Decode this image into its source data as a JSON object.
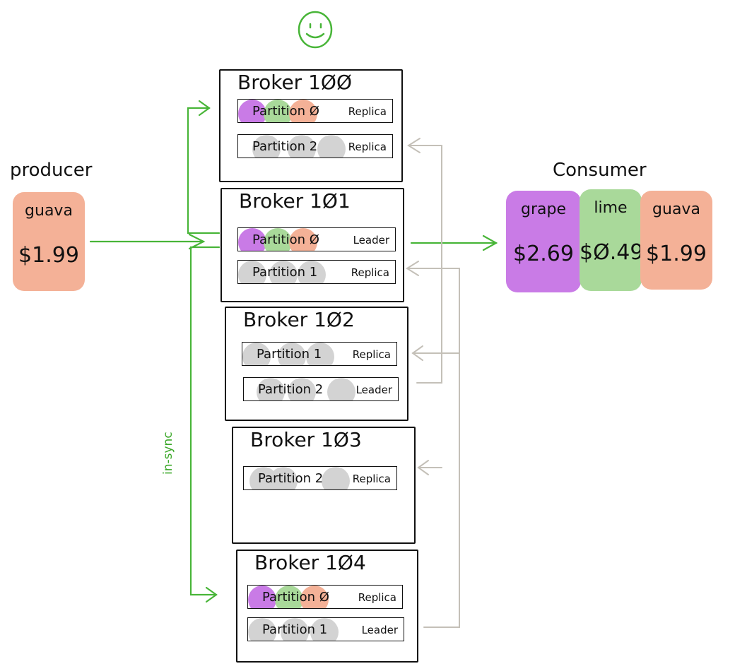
{
  "colors": {
    "grape": "#c97be6",
    "lime": "#a9d99a",
    "guava": "#f4b197",
    "grey": "#d3d3d3",
    "green": "#48b538",
    "arrow_grey": "#c4c0b8"
  },
  "icons": {
    "smiley": "smiley-icon"
  },
  "producer": {
    "title": "producer",
    "message": {
      "name": "guava",
      "price": "$1.99",
      "color": "guava"
    }
  },
  "consumer": {
    "title": "Consumer",
    "messages": [
      {
        "name": "grape",
        "price": "$2.69",
        "color": "grape"
      },
      {
        "name": "lime",
        "price": "$Ø.49",
        "color": "lime"
      },
      {
        "name": "guava",
        "price": "$1.99",
        "color": "guava"
      }
    ]
  },
  "insync_label": "in-sync",
  "brokers": [
    {
      "name": "Broker 1ØØ",
      "partitions": [
        {
          "name": "Partition Ø",
          "role": "Replica",
          "dots": [
            "grape",
            "lime",
            "guava"
          ]
        },
        {
          "name": "Partition 2",
          "role": "Replica",
          "dots": [
            "grey",
            "grey",
            "grey"
          ]
        }
      ]
    },
    {
      "name": "Broker 1Ø1",
      "partitions": [
        {
          "name": "Partition Ø",
          "role": "Leader",
          "dots": [
            "grape",
            "lime",
            "guava"
          ]
        },
        {
          "name": "Partition 1",
          "role": "Replica",
          "dots": [
            "grey",
            "grey",
            "grey"
          ]
        }
      ]
    },
    {
      "name": "Broker 1Ø2",
      "partitions": [
        {
          "name": "Partition 1",
          "role": "Replica",
          "dots": [
            "grey",
            "grey",
            "grey"
          ]
        },
        {
          "name": "Partition 2",
          "role": "Leader",
          "dots": [
            "grey",
            "grey",
            "grey"
          ]
        }
      ]
    },
    {
      "name": "Broker 1Ø3",
      "partitions": [
        {
          "name": "Partition 2",
          "role": "Replica",
          "dots": [
            "grey",
            "grey",
            "grey"
          ]
        }
      ]
    },
    {
      "name": "Broker 1Ø4",
      "partitions": [
        {
          "name": "Partition Ø",
          "role": "Replica",
          "dots": [
            "grape",
            "lime",
            "guava"
          ]
        },
        {
          "name": "Partition 1",
          "role": "Leader",
          "dots": [
            "grey",
            "grey",
            "grey"
          ]
        }
      ]
    }
  ]
}
